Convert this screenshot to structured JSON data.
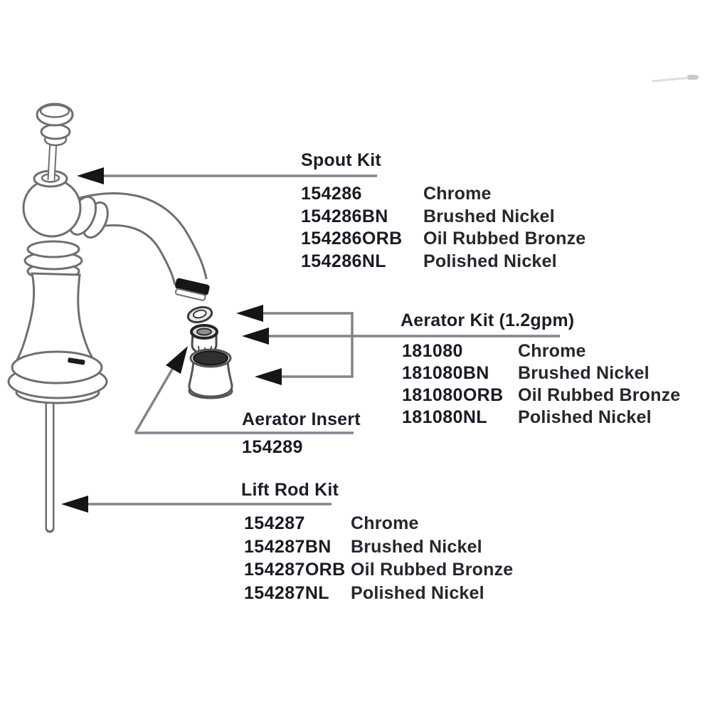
{
  "diagram": {
    "background": "#ffffff",
    "leader_line_color": "#83838b",
    "arrow_color": "#151515",
    "text_color": "#1d1d27",
    "illustration": {
      "name": "single-handle-faucet-with-exploded-aerator",
      "callout_parts": [
        "spout",
        "aerator-washer",
        "aerator-insert",
        "aerator-housing",
        "lift-rod"
      ]
    },
    "sections": [
      {
        "id": "spout-kit",
        "label": "Spout Kit",
        "parts": [
          {
            "number": "154286",
            "finish": "Chrome"
          },
          {
            "number": "154286BN",
            "finish": "Brushed Nickel"
          },
          {
            "number": "154286ORB",
            "finish": "Oil Rubbed Bronze"
          },
          {
            "number": "154286NL",
            "finish": "Polished Nickel"
          }
        ]
      },
      {
        "id": "aerator-kit",
        "label": "Aerator Kit (1.2gpm)",
        "parts": [
          {
            "number": "181080",
            "finish": "Chrome"
          },
          {
            "number": "181080BN",
            "finish": "Brushed Nickel"
          },
          {
            "number": "181080ORB",
            "finish": "Oil Rubbed Bronze"
          },
          {
            "number": "181080NL",
            "finish": "Polished Nickel"
          }
        ]
      },
      {
        "id": "aerator-insert",
        "label": "Aerator Insert",
        "parts": [
          {
            "number": "154289",
            "finish": ""
          }
        ]
      },
      {
        "id": "lift-rod-kit",
        "label": "Lift Rod Kit",
        "parts": [
          {
            "number": "154287",
            "finish": "Chrome"
          },
          {
            "number": "154287BN",
            "finish": "Brushed Nickel"
          },
          {
            "number": "154287ORB",
            "finish": "Oil Rubbed Bronze"
          },
          {
            "number": "154287NL",
            "finish": "Polished Nickel"
          }
        ]
      }
    ]
  }
}
